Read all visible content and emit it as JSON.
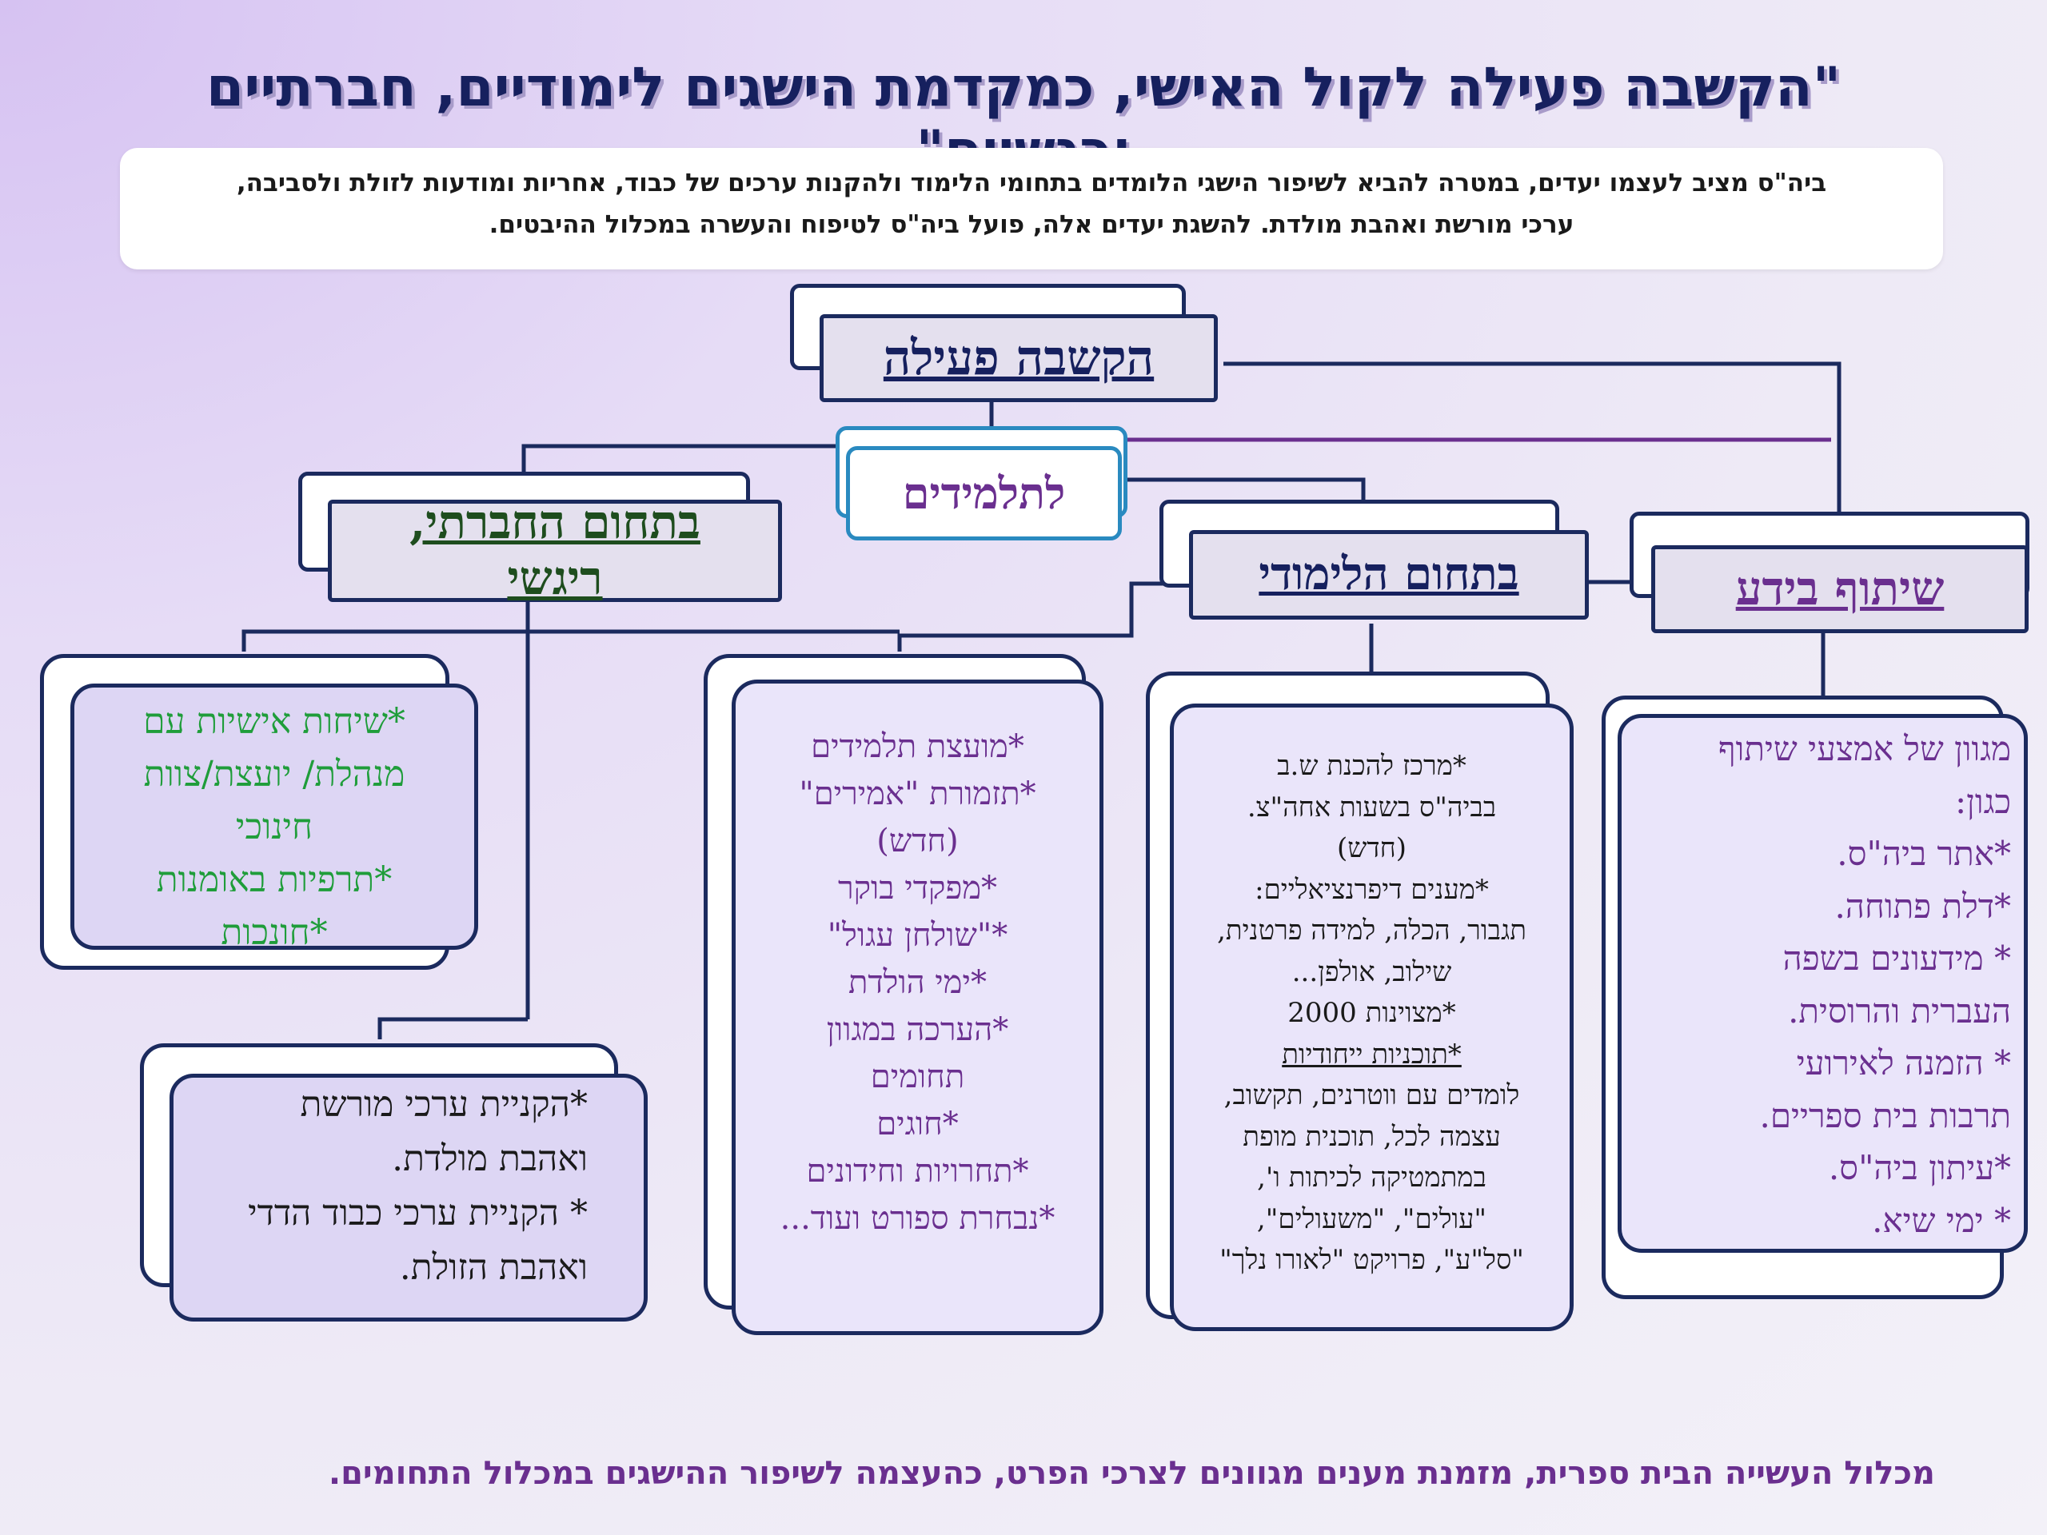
{
  "title": "\"הקשבה פעילה לקול האישי, כמקדמת הישגים לימודיים, חברתיים ורגשיים\"",
  "intro": {
    "line1": "ביה\"ס מציב לעצמו יעדים, במטרה להביא לשיפור הישגי הלומדים בתחומי הלימוד ולהקנות ערכים של כבוד, אחריות ומודעות לזולת ולסביבה,",
    "line2": "ערכי מורשת ואהבת מולדת. להשגת יעדים אלה, פועל ביה\"ס לטיפוח והעשרה במכלול ההיבטים."
  },
  "nodes": {
    "root": "הקשבה פעילה",
    "students": "לתלמידים",
    "social_line1": "בתחום החברתי,",
    "social_line2": "ריגשי",
    "academic": "בתחום הלימודי",
    "sharing": "שיתוף בידע"
  },
  "boxes": {
    "social_personal": [
      "*שיחות אישיות עם",
      "מנהלת/ יועצת/צוות",
      "חינוכי",
      "*תרפיות באומנות",
      "*חונכות"
    ],
    "heritage": [
      "*הקניית ערכי מורשת",
      "ואהבת מולדת.",
      "* הקניית ערכי כבוד הדדי",
      "ואהבת הזולת."
    ],
    "student_activities": [
      "*מועצת תלמידים",
      "*תזמורת \"אמירים\"",
      "(חדש)",
      "*מפקדי בוקר",
      "*\"שולחן עגול\"",
      "*ימי הולדת",
      "*הערכה במגוון",
      "תחומים",
      "*חוגים",
      "*תחרויות וחידונים",
      "*נבחרת ספורט ועוד..."
    ],
    "academic_items": {
      "before": [
        "*מרכז להכנת ש.ב",
        "בביה\"ס בשעות אחה\"צ.",
        "(חדש)",
        "*מענים דיפרנציאליים:",
        "תגבור, הכלה, למידה פרטנית,",
        "שילוב, אולפן...",
        "*מצוינות  2000"
      ],
      "underlined": "*תוכניות ייחודיות",
      "after": [
        "לומדים עם ווטרנים, תקשוב,",
        "עצמה לכל, תוכנית מופת",
        "במתמטיקה לכיתות ו',",
        "\"עולים\", \"משעולים\",",
        "\"סל\"ע\", פרויקט \"לאורו נלך\""
      ]
    },
    "sharing_items": [
      "מגוון של אמצעי שיתוף",
      "כגון:",
      "*אתר ביה\"ס.",
      "*דלת פתוחה.",
      "* מידעונים בשפה",
      "העברית והרוסית.",
      "* הזמנה לאירועי",
      "תרבות בית ספריים.",
      "*עיתון ביה\"ס.",
      "* ימי שיא."
    ]
  },
  "footer": "מכלול העשייה הבית ספרית, מזמנת מענים מגוונים לצרכי הפרט, כהעצמה לשיפור ההישגים במכלול התחומים.",
  "colors": {
    "title": "#16205e",
    "border": "#1b2a5e",
    "green_text": "#1f9d3a",
    "purple_text": "#6a2f8f",
    "dark_green_header": "#1e4d1e",
    "students_border": "#2a8ac0"
  }
}
